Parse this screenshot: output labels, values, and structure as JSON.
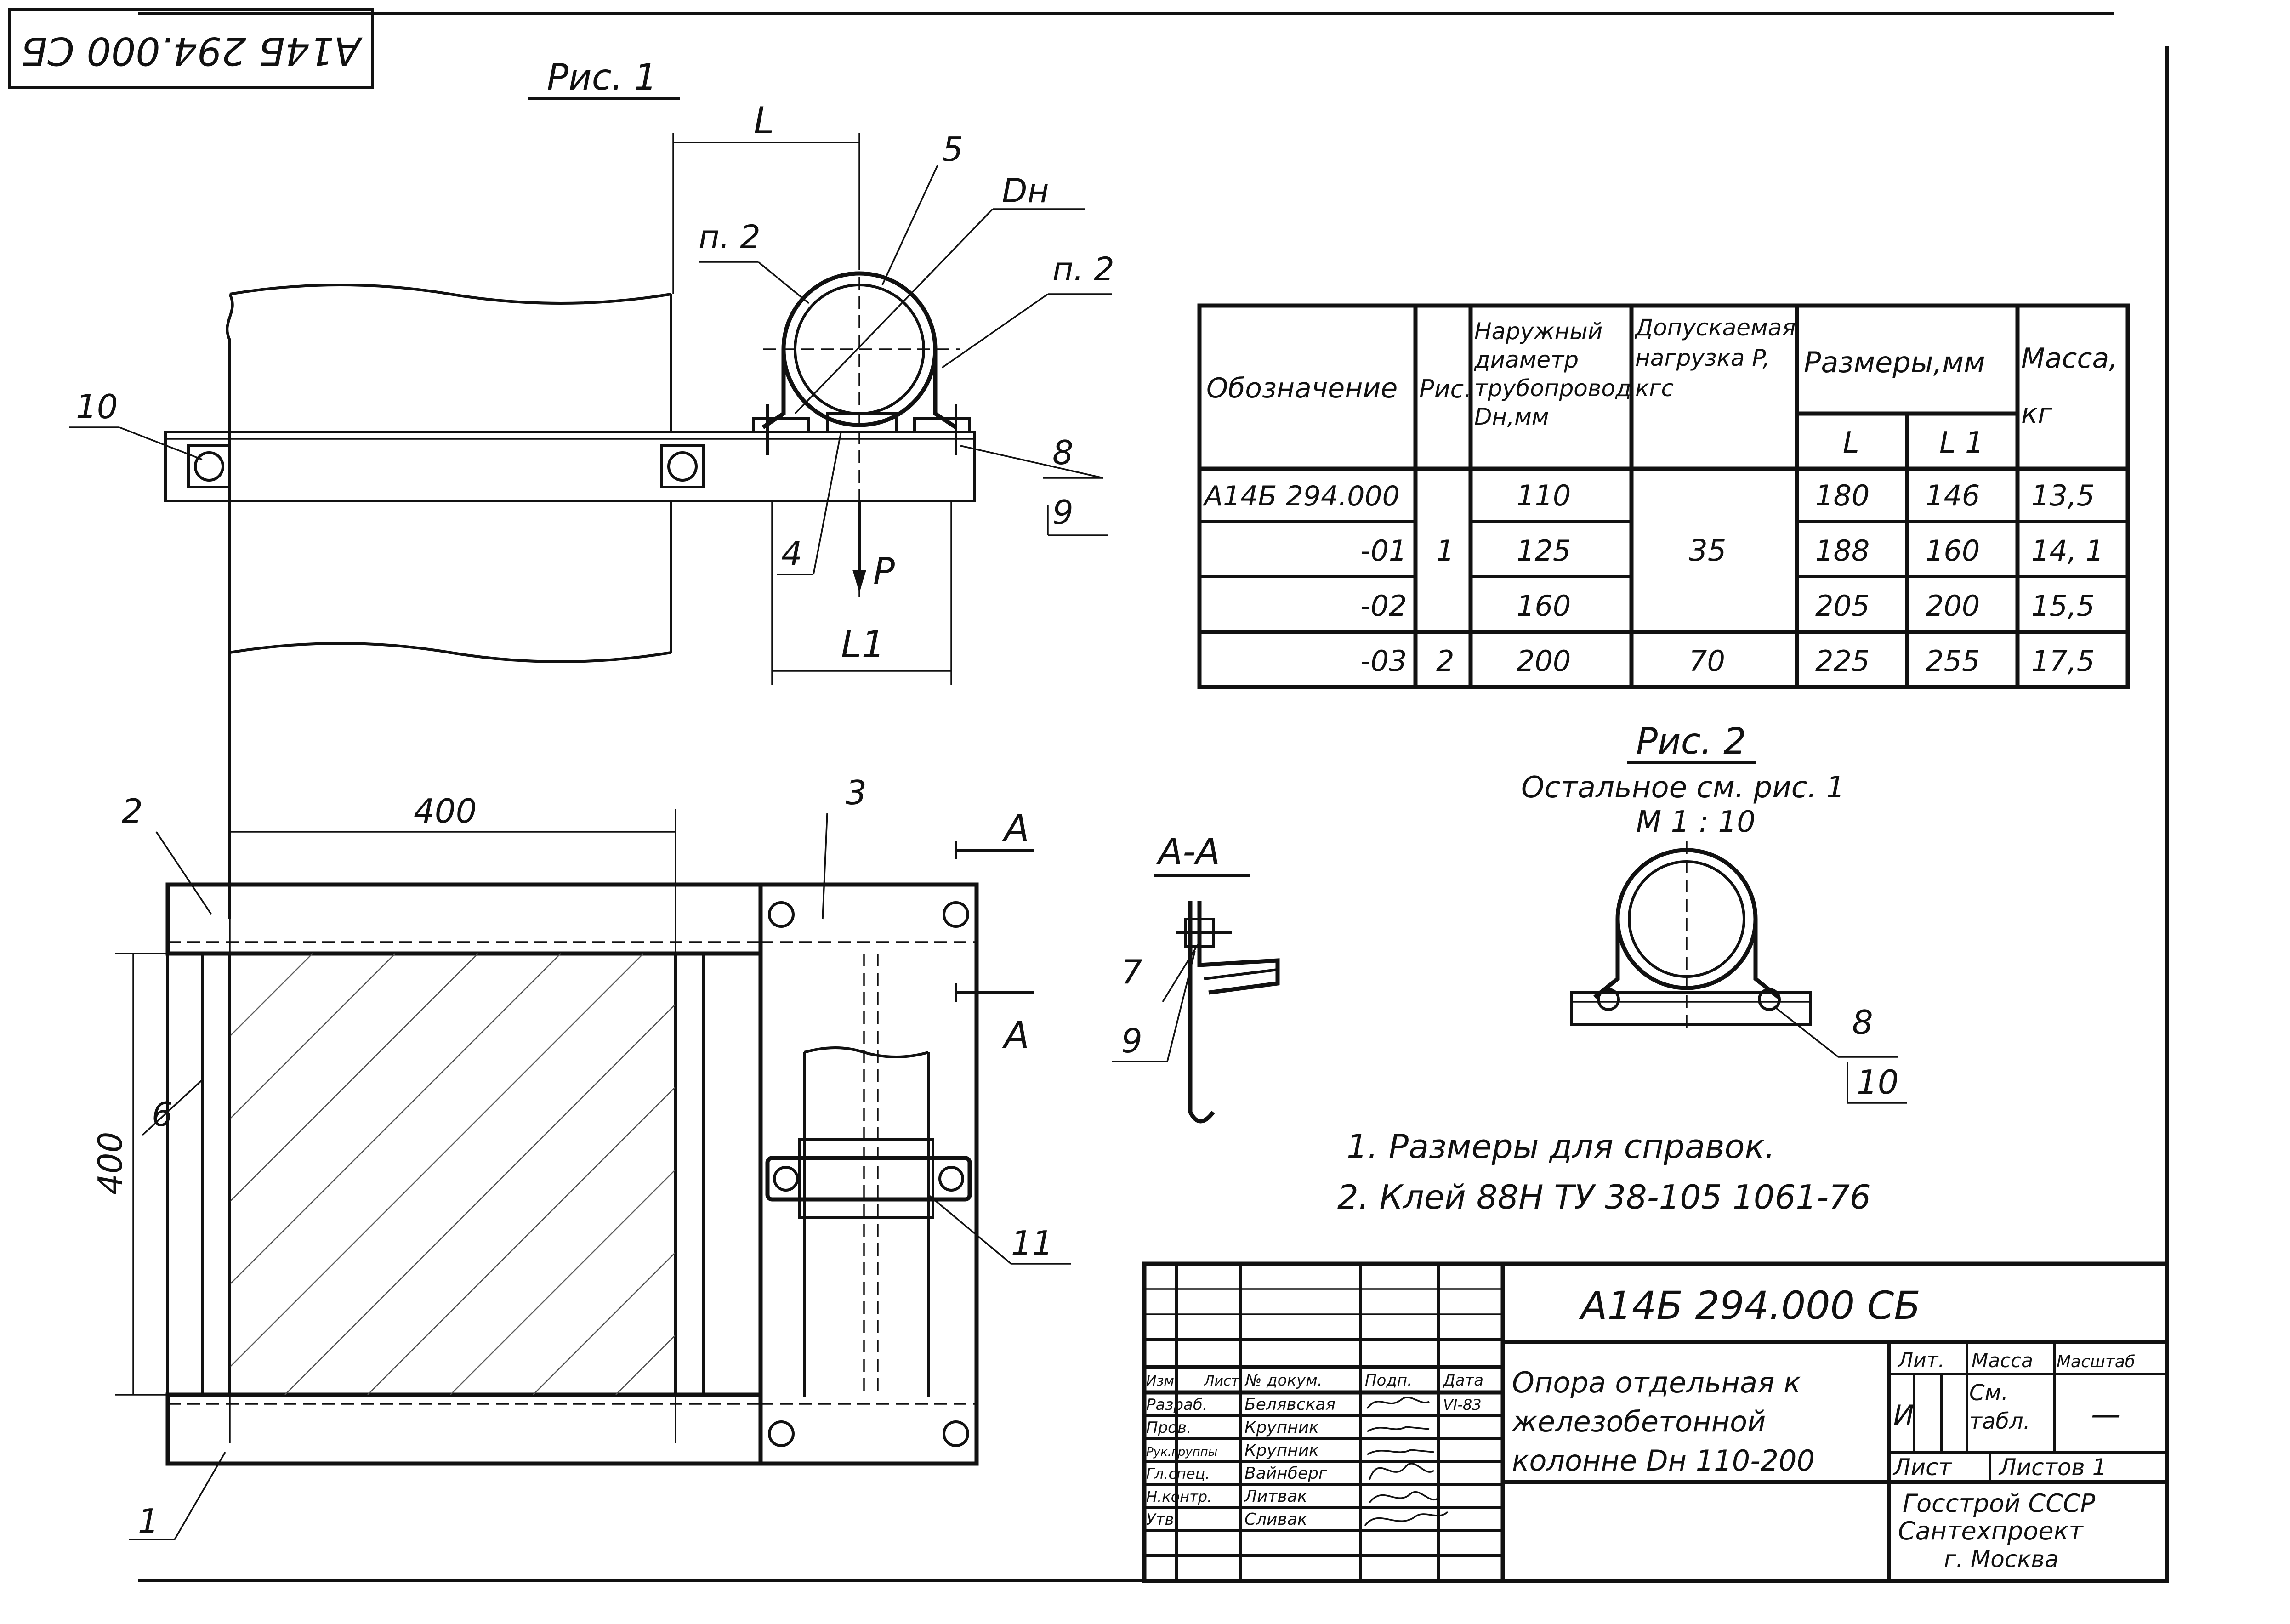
{
  "corner_code": "А14Б 294.000 СБ",
  "fig1": {
    "title": "Рис. 1",
    "labels": {
      "L": "L",
      "L1": "L1",
      "Dn": "Dн",
      "P": "P",
      "n2_left": "п. 2",
      "n2_right": "п. 2",
      "pos5": "5",
      "pos10": "10",
      "pos8": "8",
      "pos9": "9",
      "pos4": "4"
    }
  },
  "table": {
    "headers": {
      "designation": "Обозначение",
      "fig": "Рис.",
      "outer_diameter": "Наружный диаметр трубопровода Dн,мм",
      "load": "Допускаемая нагрузка P, кгс",
      "dimensions": "Размеры,мм",
      "L": "L",
      "L1": "L 1",
      "mass": "Масса, кг"
    },
    "rows": [
      {
        "designation": "А14Б 294.000",
        "fig": "1",
        "diameter": "110",
        "load": "35",
        "L": "180",
        "L1": "146",
        "mass": "13,5"
      },
      {
        "designation": "-01",
        "fig": "",
        "diameter": "125",
        "load": "",
        "L": "188",
        "L1": "160",
        "mass": "14, 1"
      },
      {
        "designation": "-02",
        "fig": "",
        "diameter": "160",
        "load": "",
        "L": "205",
        "L1": "200",
        "mass": "15,5"
      },
      {
        "designation": "-03",
        "fig": "2",
        "diameter": "200",
        "load": "70",
        "L": "225",
        "L1": "255",
        "mass": "17,5"
      }
    ]
  },
  "plan": {
    "dim_400_h": "400",
    "dim_400_v": "400",
    "pos1": "1",
    "pos2": "2",
    "pos3": "3",
    "pos6": "6",
    "pos11": "11",
    "section_mark_top": "А",
    "section_mark_bottom": "А"
  },
  "section_aa": {
    "title": "А-А",
    "pos7": "7",
    "pos9": "9"
  },
  "fig2": {
    "title": "Рис. 2",
    "subtitle": "Остальное см. рис. 1",
    "scale": "М 1 : 10",
    "pos8": "8",
    "pos10": "10"
  },
  "notes": [
    "1. Размеры для справок.",
    "2. Клей 88Н ТУ 38-105 1061-76"
  ],
  "title_block": {
    "doc_code": "А14Б 294.000 СБ",
    "name_line1": "Опора отдельная к",
    "name_line2": "железобетонной",
    "name_line3": "колонне Dн 110-200",
    "lit_header": "Лит.",
    "mass_header": "Масса",
    "scale_header": "Масштаб",
    "lit_value": "И",
    "mass_value": "См. табл.",
    "scale_value": "—",
    "sheet_label": "Лист",
    "sheets_label": "Листов 1",
    "org_line1": "Госстрой СССР",
    "org_line2": "Сантехпроект",
    "org_line3": "г. Москва",
    "change_headers": [
      "Изм.",
      "Лист",
      "№ докум.",
      "Подп.",
      "Дата"
    ],
    "date_value": "VI-83",
    "roles": [
      {
        "role": "Разраб.",
        "name": "Белявская"
      },
      {
        "role": "Пров.",
        "name": "Крупник"
      },
      {
        "role": "Рук.группы",
        "name": "Крупник"
      },
      {
        "role": "Гл.спец.",
        "name": "Вайнберг"
      },
      {
        "role": "Н.контр.",
        "name": "Литвак"
      },
      {
        "role": "Утв.",
        "name": "Сливак"
      }
    ]
  }
}
